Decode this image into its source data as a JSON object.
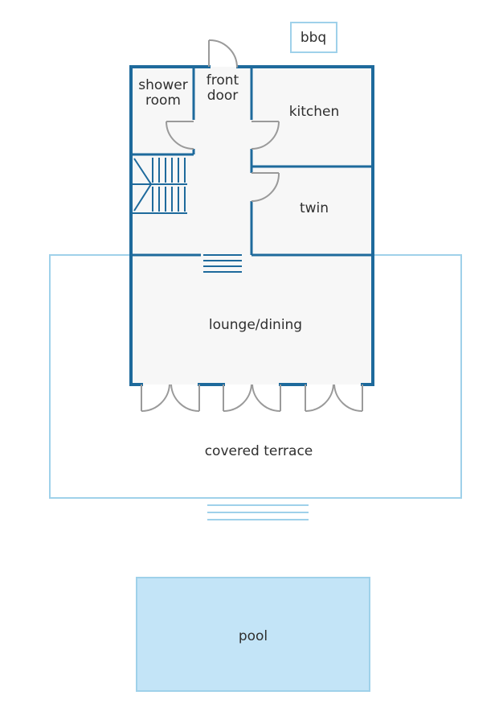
{
  "colors": {
    "wall": "#1e6a9c",
    "outline_light": "#9fd1ea",
    "floor": "#f7f7f7",
    "pool_fill": "#c3e4f7",
    "door": "#9a9a9a",
    "text": "#2f2f2f"
  },
  "labels": {
    "bbq": "bbq",
    "shower": "shower",
    "room": "room",
    "front": "front",
    "door": "door",
    "kitchen": "kitchen",
    "twin": "twin",
    "lounge": "lounge/dining",
    "terrace": "covered terrace",
    "pool": "pool"
  }
}
